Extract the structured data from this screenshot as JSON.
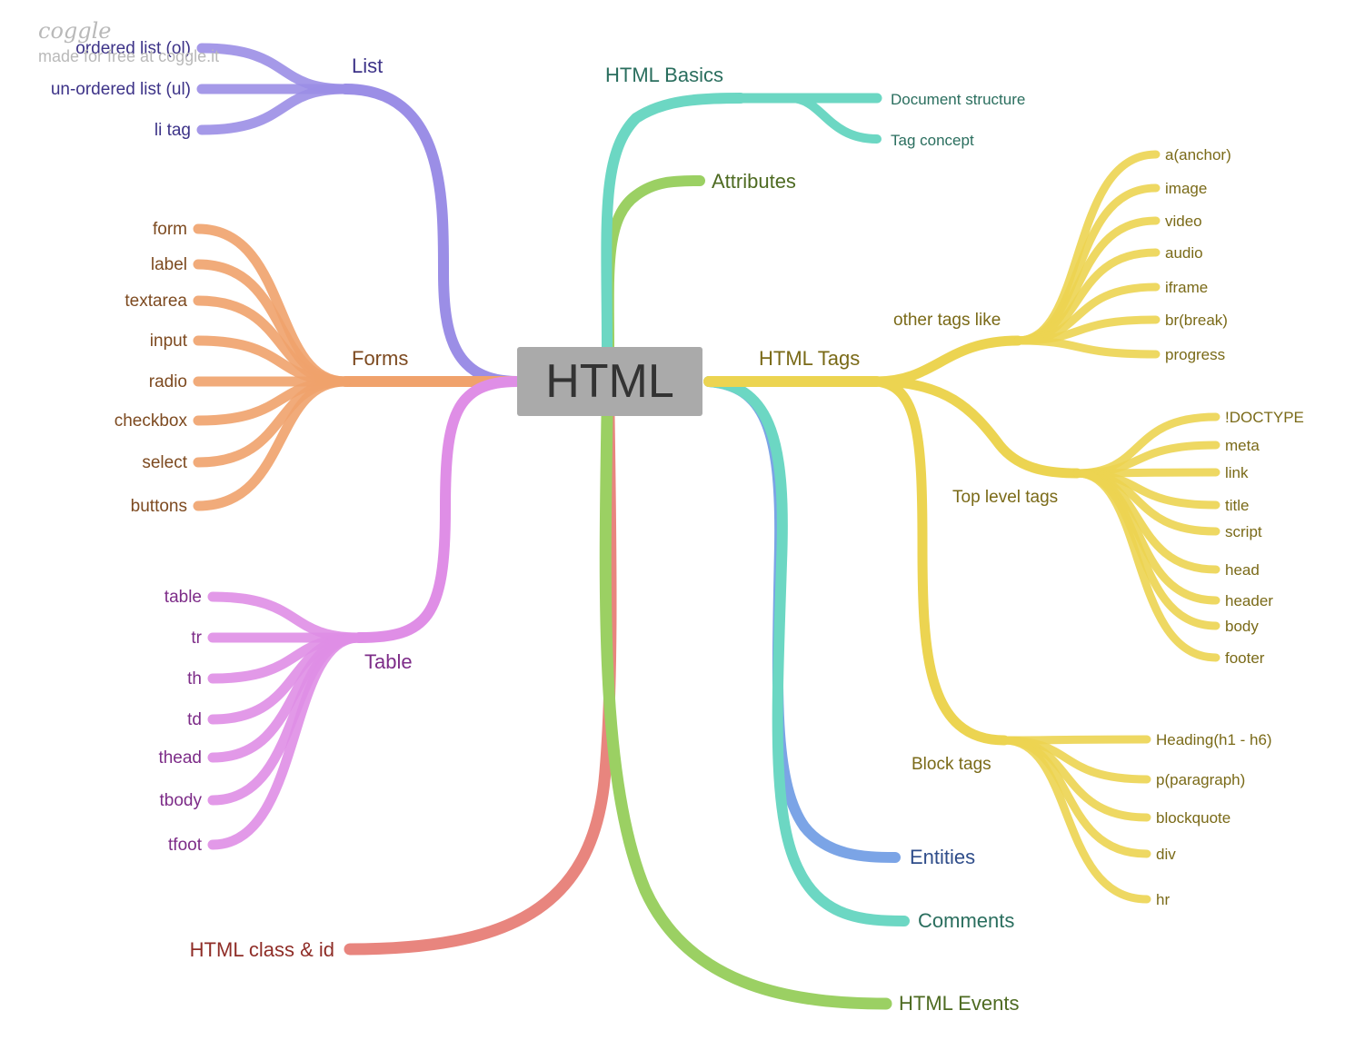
{
  "watermark": {
    "logo": "coggle",
    "text": "made for free at coggle.it"
  },
  "center": "HTML",
  "colors": {
    "basics": "#6cd7c3",
    "basics_text": "#2a6e5e",
    "attributes": "#9bd063",
    "attributes_text": "#4e6b22",
    "tags": "#ecd451",
    "tags_text": "#7a6a18",
    "entities": "#7ba4e6",
    "entities_text": "#2f4d8a",
    "comments": "#6cd7c3",
    "comments_text": "#2a6e5e",
    "events": "#9bd063",
    "events_text": "#4e6b22",
    "classid": "#e8857e",
    "classid_text": "#8f2d27",
    "list": "#9b8ee6",
    "list_text": "#3d3388",
    "forms": "#f0a26c",
    "forms_text": "#7d4a20",
    "table": "#df8ee6",
    "table_text": "#7d2c88"
  },
  "branches": {
    "html_basics": {
      "label": "HTML Basics",
      "children": [
        "Document structure",
        "Tag concept"
      ]
    },
    "attributes": {
      "label": "Attributes"
    },
    "html_tags": {
      "label": "HTML Tags",
      "other": {
        "label": "other tags like",
        "children": [
          "a(anchor)",
          "image",
          "video",
          "audio",
          "iframe",
          "br(break)",
          "progress"
        ]
      },
      "top": {
        "label": "Top level tags",
        "children": [
          "!DOCTYPE",
          "meta",
          "link",
          "title",
          "script",
          "head",
          "header",
          "body",
          "footer"
        ]
      },
      "block": {
        "label": "Block tags",
        "children": [
          "Heading(h1 - h6)",
          "p(paragraph)",
          "blockquote",
          "div",
          "hr"
        ]
      }
    },
    "entities": {
      "label": "Entities"
    },
    "comments": {
      "label": "Comments"
    },
    "events": {
      "label": "HTML Events"
    },
    "classid": {
      "label": "HTML class & id"
    },
    "list": {
      "label": "List",
      "children": [
        "ordered list (ol)",
        "un-ordered list (ul)",
        "li tag"
      ]
    },
    "forms": {
      "label": "Forms",
      "children": [
        "form",
        "label",
        "textarea",
        "input",
        "radio",
        "checkbox",
        "select",
        "buttons"
      ]
    },
    "table": {
      "label": "Table",
      "children": [
        "table",
        "tr",
        "th",
        "td",
        "thead",
        "tbody",
        "tfoot"
      ]
    }
  }
}
